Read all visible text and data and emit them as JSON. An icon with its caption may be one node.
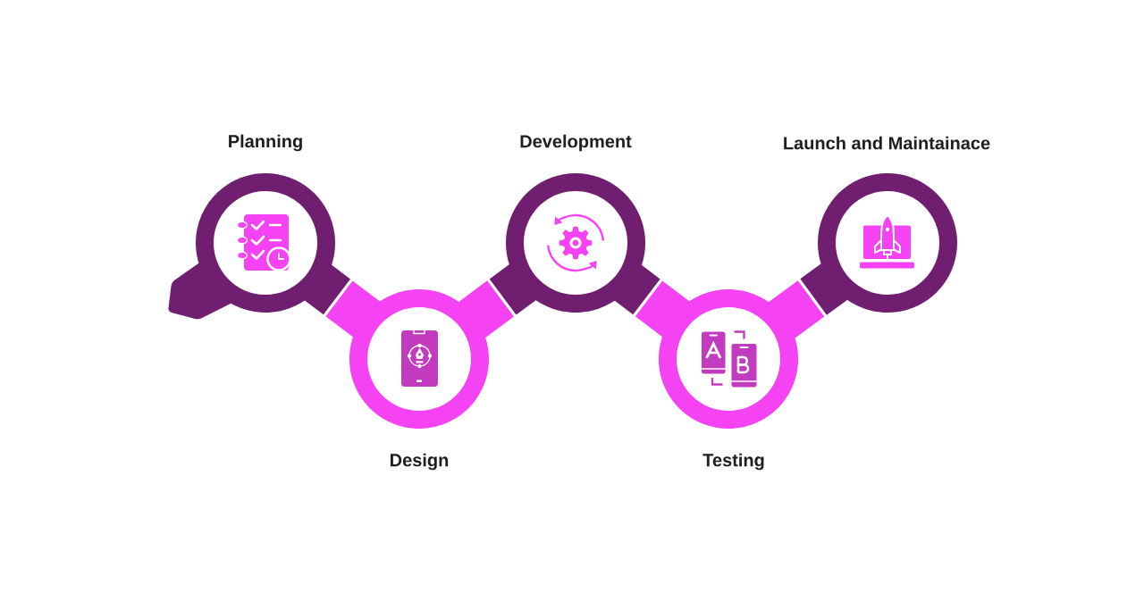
{
  "diagram": {
    "nodes": [
      {
        "text": [
          "Planning"
        ]
      },
      {
        "text": [
          "Design"
        ]
      },
      {
        "text": [
          "Development"
        ]
      },
      {
        "text": [
          "Testing"
        ]
      },
      {
        "text": [
          "Launch and Maintainace"
        ]
      }
    ]
  }
}
